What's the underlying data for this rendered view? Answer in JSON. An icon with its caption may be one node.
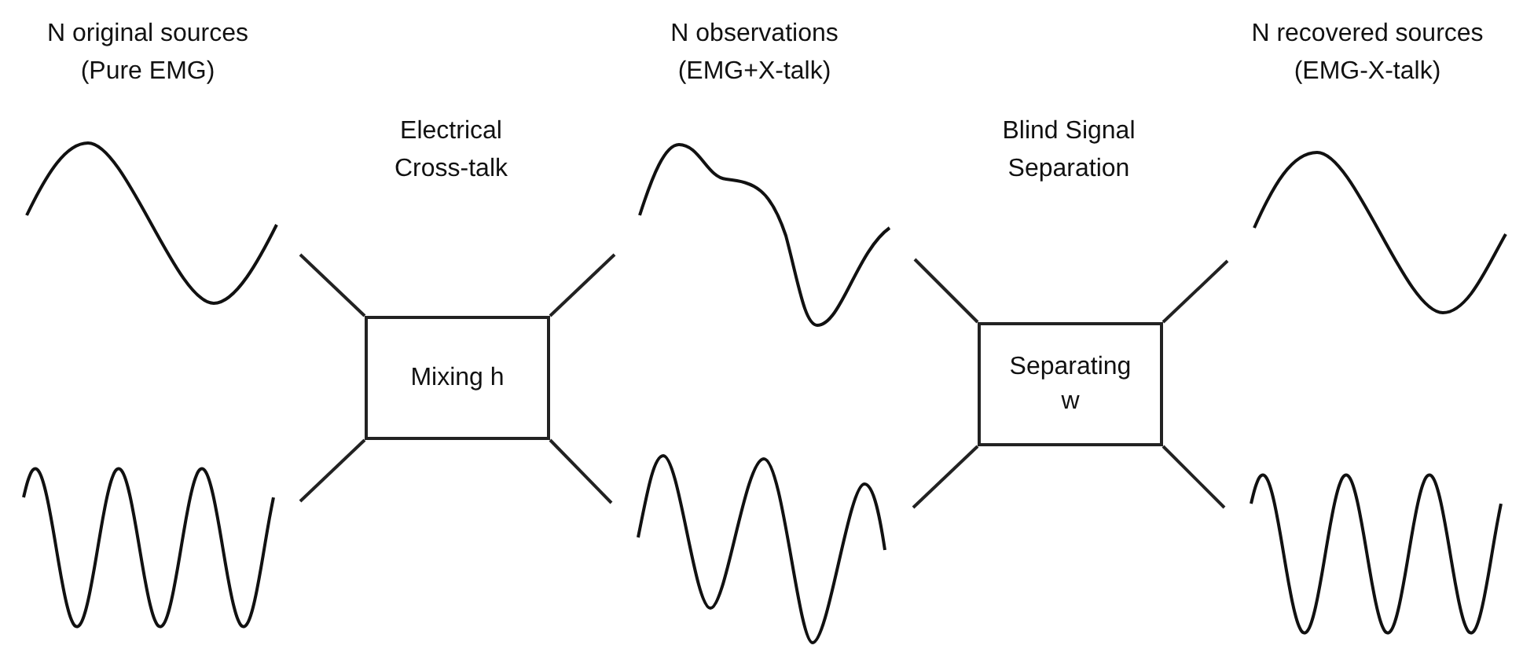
{
  "diagram": {
    "nodes": [
      {
        "text": [],
        "shape": "wave"
      },
      {
        "text": [],
        "shape": "wave"
      },
      {
        "text": [
          "Mixing h"
        ]
      },
      {
        "text": [],
        "shape": "wave"
      },
      {
        "text": [],
        "shape": "wave"
      },
      {
        "text": [
          "Separating w"
        ]
      },
      {
        "text": [],
        "shape": "wave"
      },
      {
        "text": [],
        "shape": "wave"
      }
    ],
    "edges": [
      {
        "from": 0,
        "to": 2,
        "arrow": "none"
      },
      {
        "from": 1,
        "to": 2,
        "arrow": "none"
      },
      {
        "from": 2,
        "to": 3,
        "arrow": "none"
      },
      {
        "from": 2,
        "to": 4,
        "arrow": "none"
      },
      {
        "from": 3,
        "to": 5,
        "arrow": "none"
      },
      {
        "from": 4,
        "to": 5,
        "arrow": "none"
      },
      {
        "from": 5,
        "to": 6,
        "arrow": "none"
      },
      {
        "from": 5,
        "to": 7,
        "arrow": "none"
      }
    ],
    "labels": [
      "N original sources (Pure EMG)",
      "Electrical Cross-talk",
      "N observations (EMG+X-talk)",
      "Blind Signal Separation",
      "N recovered sources (EMG-X-talk)"
    ]
  }
}
